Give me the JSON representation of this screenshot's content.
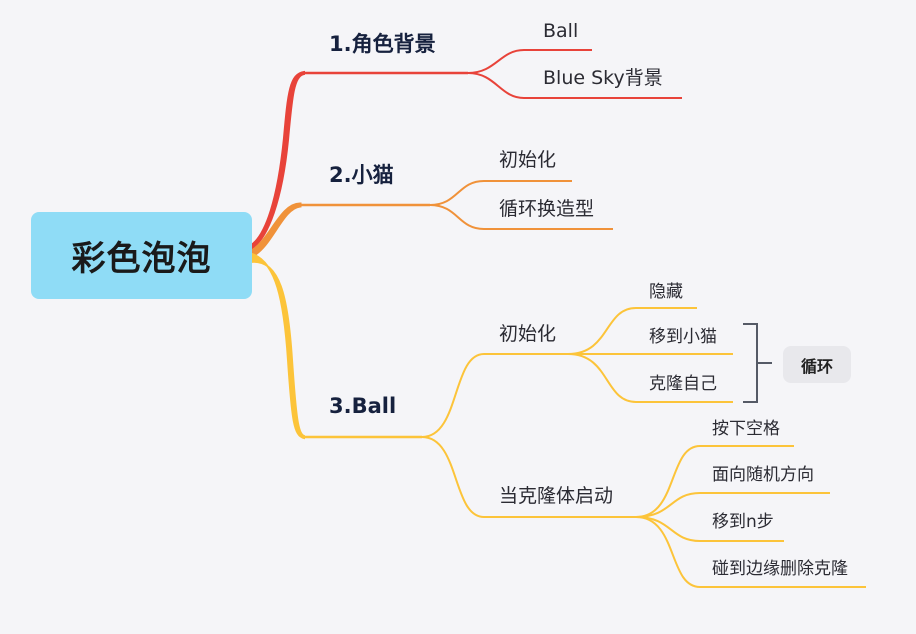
{
  "root": {
    "label": "彩色泡泡"
  },
  "branches": [
    {
      "label": "1.角色背景",
      "color": "#e8433a",
      "children": [
        {
          "label": "Ball"
        },
        {
          "label": "Blue Sky背景"
        }
      ]
    },
    {
      "label": "2.小猫",
      "color": "#f0923a",
      "children": [
        {
          "label": "初始化"
        },
        {
          "label": "循环换造型"
        }
      ]
    },
    {
      "label": "3.Ball",
      "color": "#fcc43a",
      "children": [
        {
          "label": "初始化",
          "children": [
            {
              "label": "隐藏"
            },
            {
              "label": "移到小猫"
            },
            {
              "label": "克隆自己"
            }
          ],
          "summary": "循环"
        },
        {
          "label": "当克隆体启动",
          "children": [
            {
              "label": "按下空格"
            },
            {
              "label": "面向随机方向"
            },
            {
              "label": "移到n步"
            },
            {
              "label": "碰到边缘删除克隆"
            }
          ]
        }
      ]
    }
  ]
}
